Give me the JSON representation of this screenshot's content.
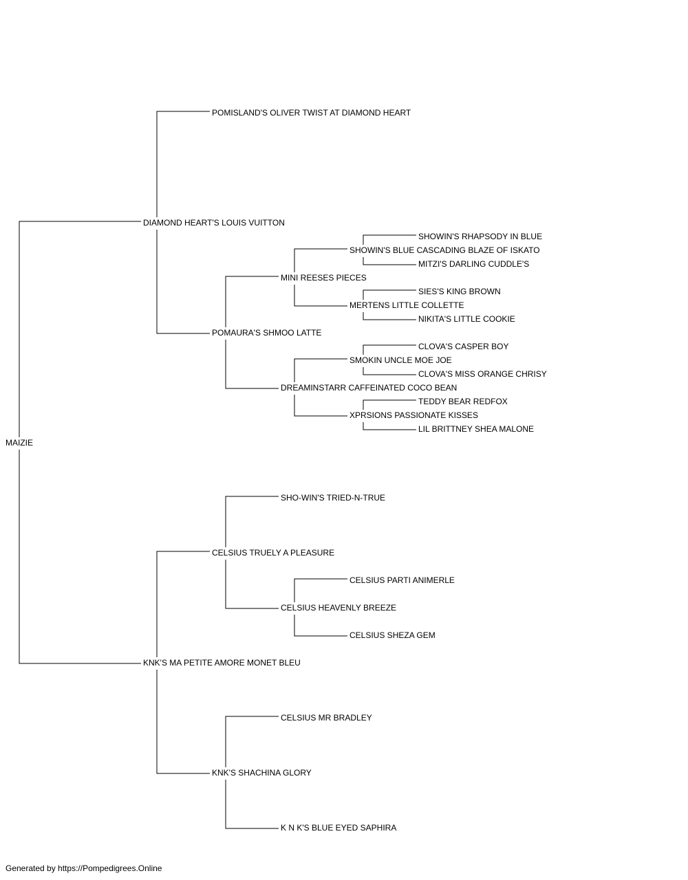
{
  "pedigree": {
    "subject": "MAIZIE",
    "sire": "DIAMOND HEART'S LOUIS VUITTON",
    "sire_sire": "POMISLAND'S OLIVER TWIST AT DIAMOND HEART",
    "sire_dam": "POMAURA'S SHMOO LATTE",
    "sire_dam_sire": "MINI REESES PIECES",
    "sire_dam_sire_sire": "SHOWIN'S BLUE CASCADING BLAZE OF ISKATO",
    "sire_dam_sire_sire_sire": "SHOWIN'S RHAPSODY IN BLUE",
    "sire_dam_sire_sire_dam": "MITZI'S DARLING CUDDLE'S",
    "sire_dam_sire_dam": "MERTENS LITTLE COLLETTE",
    "sire_dam_sire_dam_sire": "SIES'S KING BROWN",
    "sire_dam_sire_dam_dam": "NIKITA'S LITTLE COOKIE",
    "sire_dam_dam": "DREAMINSTARR CAFFEINATED COCO BEAN",
    "sire_dam_dam_sire": "SMOKIN UNCLE MOE JOE",
    "sire_dam_dam_sire_sire": "CLOVA'S CASPER BOY",
    "sire_dam_dam_sire_dam": "CLOVA'S MISS ORANGE CHRISY",
    "sire_dam_dam_dam": "XPRSIONS PASSIONATE KISSES",
    "sire_dam_dam_dam_sire": "TEDDY BEAR REDFOX",
    "sire_dam_dam_dam_dam": "LIL BRITTNEY SHEA MALONE",
    "dam": "KNK'S MA PETITE AMORE MONET BLEU",
    "dam_sire": "CELSIUS TRUELY A PLEASURE",
    "dam_sire_sire": "SHO-WIN'S TRIED-N-TRUE",
    "dam_sire_dam": "CELSIUS HEAVENLY BREEZE",
    "dam_sire_dam_sire": "CELSIUS PARTI ANIMERLE",
    "dam_sire_dam_dam": "CELSIUS SHEZA GEM",
    "dam_dam": "KNK'S SHACHINA GLORY",
    "dam_dam_sire": "CELSIUS MR BRADLEY",
    "dam_dam_dam": "K N K'S BLUE EYED SAPHIRA"
  },
  "footer": "Generated by https://Pompedigrees.Online"
}
